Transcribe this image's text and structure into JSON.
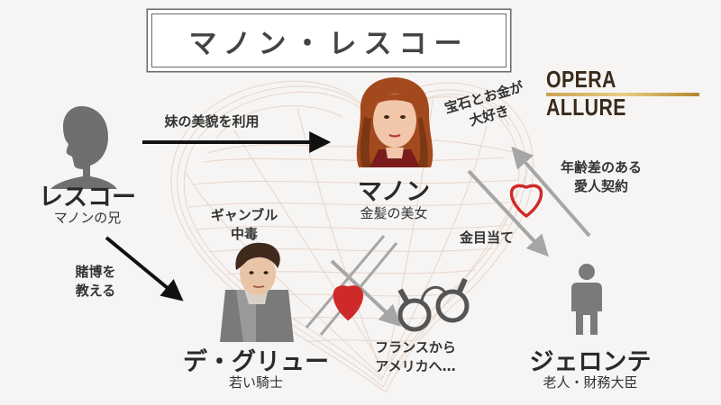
{
  "title": "マノン・レスコー",
  "brand": "OPERA ALLURE",
  "characters": {
    "lescaut": {
      "name": "レスコー",
      "role": "マノンの兄"
    },
    "manon": {
      "name": "マノン",
      "role": "金髪の美女"
    },
    "degrieux": {
      "name": "デ・グリュー",
      "role": "若い騎士"
    },
    "geronte": {
      "name": "ジェロンテ",
      "role": "老人・財務大臣"
    }
  },
  "relations": {
    "lescaut_to_manon": "妹の美貌を利用",
    "lescaut_to_degrieux": [
      "賭博を",
      "教える"
    ],
    "degrieux_trait": [
      "ギャンブル",
      "中毒"
    ],
    "manon_trait": [
      "宝石とお金が",
      "大好き"
    ],
    "geronte_to_manon": [
      "年齢差のある",
      "愛人契約"
    ],
    "manon_to_geronte": "金目当て",
    "fate": [
      "フランスから",
      "アメリカへ…"
    ]
  },
  "colors": {
    "heart_red": "#cf2a2a",
    "arrow_black": "#111111",
    "arrow_gray": "#a6a6a6",
    "brand_gold": "#c9a24f"
  }
}
